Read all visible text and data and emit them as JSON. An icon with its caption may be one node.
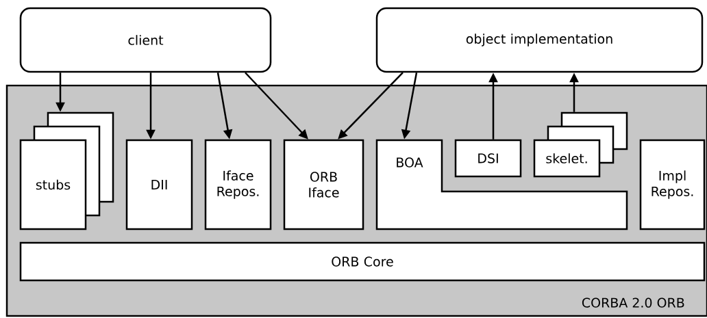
{
  "diagram": {
    "nodes": [
      {
        "text": [
          "client"
        ]
      },
      {
        "text": [
          "object implementation"
        ]
      },
      {
        "text": [
          "CORBA 2.0 ORB"
        ]
      },
      {
        "text": [
          "stubs"
        ],
        "in": 2
      },
      {
        "text": [
          "DII"
        ],
        "in": 2
      },
      {
        "text": [
          "Iface Repos."
        ],
        "in": 2
      },
      {
        "text": [
          "ORB Iface"
        ],
        "in": 2
      },
      {
        "text": [
          "BOA"
        ],
        "in": 2
      },
      {
        "text": [
          "DSI"
        ],
        "in": 2
      },
      {
        "text": [
          "skelet."
        ],
        "in": 2
      },
      {
        "text": [
          "Impl Repos."
        ],
        "in": 2
      },
      {
        "text": [
          "ORB Core"
        ],
        "in": 2
      }
    ],
    "edges": [
      {
        "from": 0,
        "to": 3,
        "arrow": "to"
      },
      {
        "from": 0,
        "to": 4,
        "arrow": "to"
      },
      {
        "from": 0,
        "to": 5,
        "arrow": "to"
      },
      {
        "from": 0,
        "to": 6,
        "arrow": "to"
      },
      {
        "from": 1,
        "to": 6,
        "arrow": "to"
      },
      {
        "from": 1,
        "to": 7,
        "arrow": "to"
      },
      {
        "from": 8,
        "to": 1,
        "arrow": "to"
      },
      {
        "from": 9,
        "to": 1,
        "arrow": "to"
      }
    ]
  }
}
